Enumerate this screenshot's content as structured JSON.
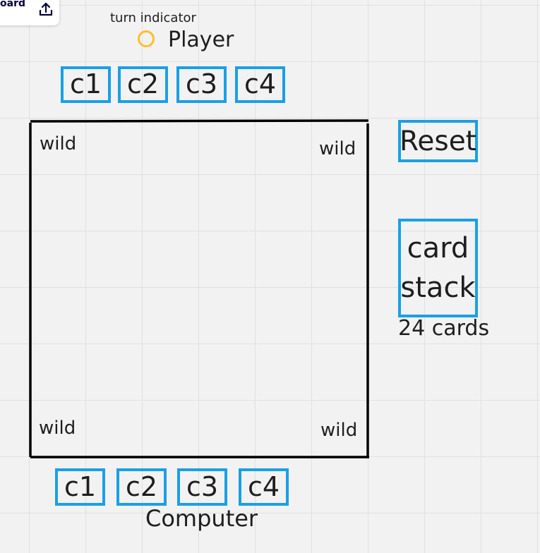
{
  "toolbar": {
    "label_fragment": "oard",
    "share_icon": "upload-share-icon"
  },
  "turn_indicator": {
    "label": "turn indicator",
    "current_player": "Player",
    "color": "#fbc02d"
  },
  "player_hand": {
    "cards": [
      "c1",
      "c2",
      "c3",
      "c4"
    ]
  },
  "board": {
    "corners": {
      "top_left": "wild",
      "top_right": "wild",
      "bottom_left": "wild",
      "bottom_right": "wild"
    }
  },
  "controls": {
    "reset_label": "Reset",
    "card_stack_line1": "card",
    "card_stack_line2": "stack",
    "card_count": "24 cards"
  },
  "computer_hand": {
    "cards": [
      "c1",
      "c2",
      "c3",
      "c4"
    ],
    "label": "Computer"
  },
  "colors": {
    "card_border": "#1aa0e6",
    "board_line": "#000000",
    "canvas_background": "#f2f2f2",
    "grid_line": "#e0e0e0"
  }
}
